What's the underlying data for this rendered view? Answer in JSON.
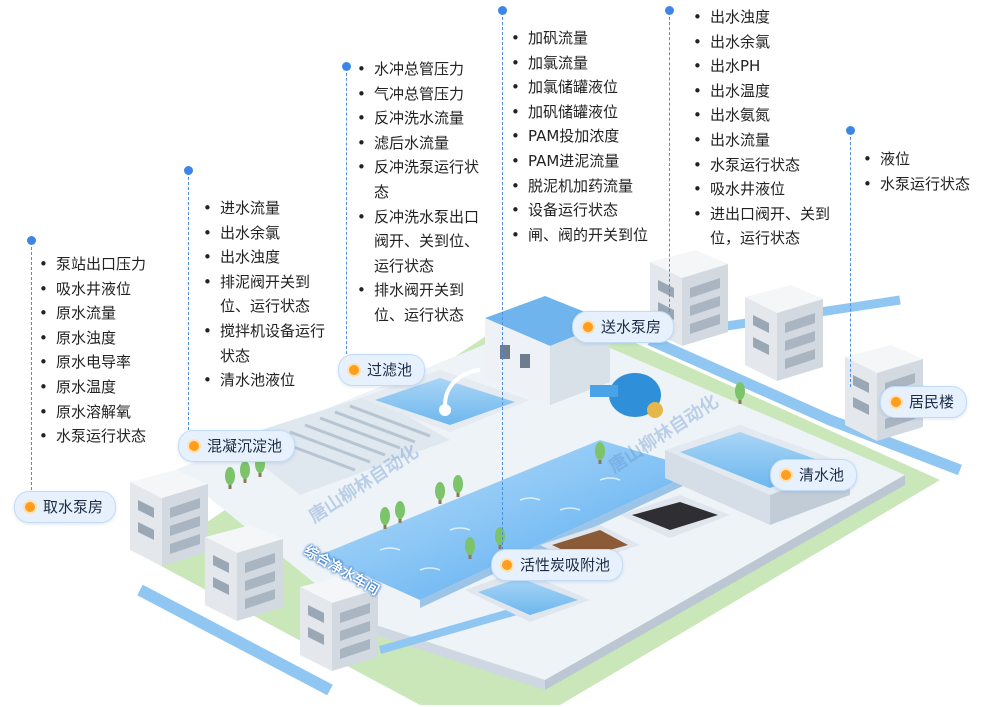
{
  "groups": {
    "intake": {
      "label": "取水泵房",
      "items": [
        "泵站出口压力",
        "吸水井液位",
        "原水流量",
        "原水浊度",
        "原水电导率",
        "原水温度",
        "原水溶解氧",
        "水泵运行状态"
      ]
    },
    "sedimentation": {
      "label": "混凝沉淀池",
      "items": [
        "进水流量",
        "出水余氯",
        "出水浊度",
        "排泥阀开关到位、运行状态",
        "搅拌机设备运行状态",
        "清水池液位"
      ]
    },
    "filter": {
      "label": "过滤池",
      "items": [
        "水冲总管压力",
        "气冲总管压力",
        "反冲洗水流量",
        "滤后水流量",
        "反冲洗泵运行状态",
        "反冲洗水泵出口阀开、关到位、运行状态",
        "排水阀开关到位、运行状态"
      ]
    },
    "carbon": {
      "label": "活性炭吸附池",
      "items": [
        "加矾流量",
        "加氯流量",
        "加氯储罐液位",
        "加矾储罐液位",
        "PAM投加浓度",
        "PAM进泥流量",
        "脱泥机加药流量",
        "设备运行状态",
        "闸、阀的开关到位"
      ]
    },
    "supply": {
      "label": "送水泵房",
      "items": [
        "出水浊度",
        "出水余氯",
        "出水PH",
        "出水温度",
        "出水氨氮",
        "出水流量",
        "水泵运行状态",
        "吸水井液位",
        "进出口阀开、关到位，运行状态"
      ]
    },
    "residential": {
      "label": "居民楼",
      "items": [
        "液位",
        "水泵运行状态"
      ]
    }
  },
  "clear_pool_label": "清水池",
  "workshop_label": "综合净水车间",
  "watermark": "唐山柳林自动化",
  "colors": {
    "water": "#6cb6f2",
    "ground": "#c8e6b8",
    "platform": "#eef3f8",
    "tag_bg": "#e6f1fd",
    "marker": "#ff9d1c",
    "line": "#4b8ee6"
  }
}
